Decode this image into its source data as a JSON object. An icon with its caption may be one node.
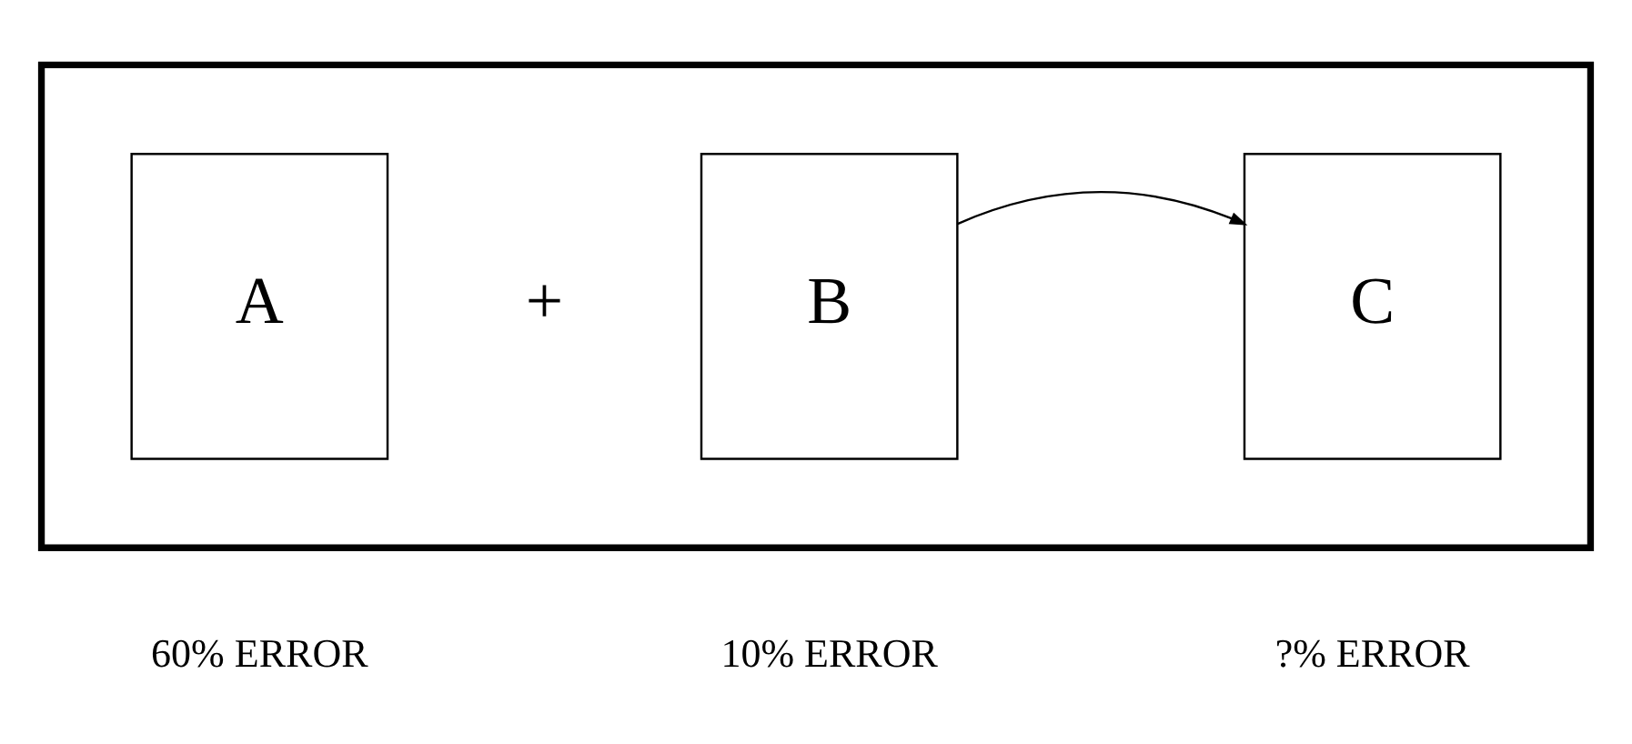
{
  "diagram": {
    "nodes": [
      {
        "text": [],
        "shape": "box"
      },
      {
        "text": [
          "A"
        ],
        "in": 0
      },
      {
        "text": [
          "B"
        ],
        "in": 0
      },
      {
        "text": [
          "C"
        ],
        "in": 0
      }
    ],
    "edges": [
      {
        "from": 2,
        "to": 3,
        "arrow": "to"
      }
    ],
    "labels": [
      "+",
      "60% ERROR",
      "10% ERROR",
      "?% ERROR"
    ]
  }
}
